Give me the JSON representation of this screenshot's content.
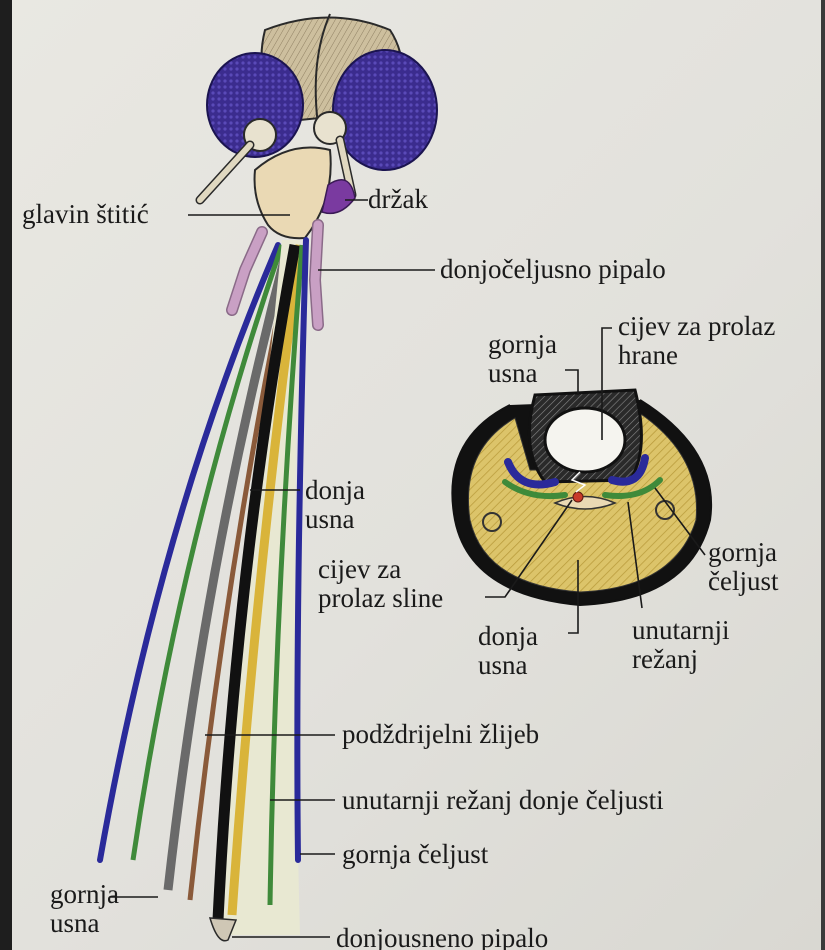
{
  "labels": {
    "head_clypeus": "glavin štitić",
    "head_stalk": "držak",
    "maxillary_palp": "donjočeljusno pipalo",
    "xs_labrum": [
      "gornja",
      "usna"
    ],
    "xs_food_canal": [
      "cijev za prolaz",
      "hrane"
    ],
    "labium": [
      "donja",
      "usna"
    ],
    "xs_salivary": [
      "cijev za",
      "prolaz sline"
    ],
    "xs_mandible": [
      "gornja",
      "čeljust"
    ],
    "xs_labium": [
      "donja",
      "usna"
    ],
    "xs_inner_lobe": [
      "unutarnji",
      "režanj"
    ],
    "hypopharynx": "podždrijelni žlijeb",
    "maxilla_inner_lobe": "unutarnji režanj donje čeljusti",
    "mandible": "gornja čeljust",
    "labrum": [
      "gornja",
      "usna"
    ],
    "labial_palp": "donjousneno pipalo"
  },
  "colors": {
    "eye": "#3b2c8e",
    "labrum_stylet": "#2a2a9a",
    "mandible_green": "#3f8a3a",
    "hypopharynx_brown": "#8a5a3a",
    "maxilla_yellow": "#d9b43a",
    "labium_black": "#111111",
    "palp_pink": "#c9a0c4",
    "stalk_purple": "#7a3aa0",
    "xs_fill_yellow": "#dcc46a"
  }
}
